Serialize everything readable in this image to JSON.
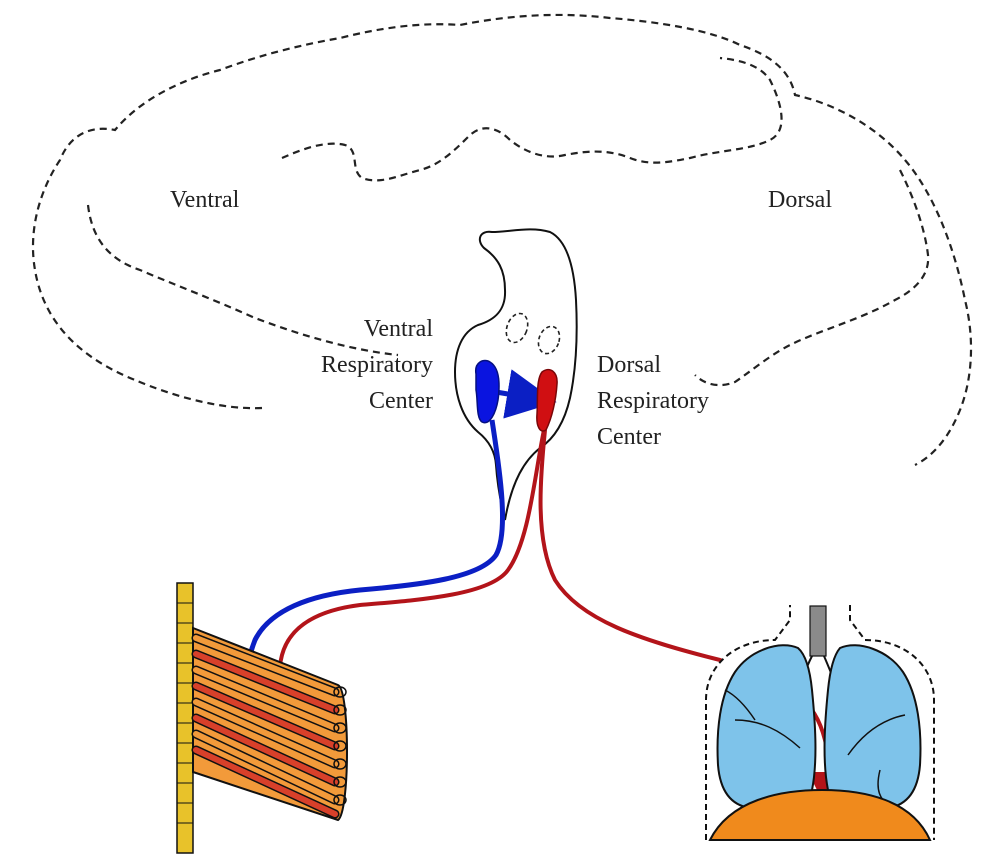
{
  "labels": {
    "brain_ventral": "Ventral",
    "brain_dorsal": "Dorsal",
    "vrc_line1": "Ventral",
    "vrc_line2": "Respiratory",
    "vrc_line3": "Center",
    "drc_line1": "Dorsal",
    "drc_line2": "Respiratory",
    "drc_line3": "Center"
  },
  "colors": {
    "ventral_center": "#0a14e0",
    "dorsal_center": "#d00f12",
    "ventral_pathway": "#0b1fc4",
    "dorsal_pathway": "#b3141a",
    "muscle_fiber": "#f29a3a",
    "muscle_band": "#d8402a",
    "rib_bone": "#e8c22a",
    "lung": "#7ec3ea",
    "diaphragm": "#f08a1c",
    "trachea": "#8a8a8a",
    "outline": "#111111"
  }
}
